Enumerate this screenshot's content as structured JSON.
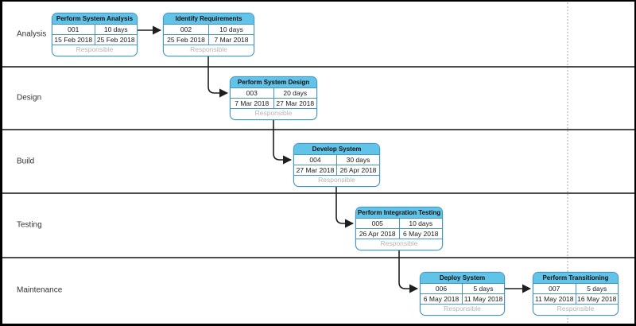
{
  "lanes": [
    {
      "label": "Analysis"
    },
    {
      "label": "Design"
    },
    {
      "label": "Build"
    },
    {
      "label": "Testing"
    },
    {
      "label": "Maintenance"
    }
  ],
  "tasks": [
    {
      "title": "Perform System Analysis",
      "id": "001",
      "duration": "10 days",
      "start": "15 Feb 2018",
      "end": "25 Feb 2018",
      "responsible": "Responsible"
    },
    {
      "title": "Identify Requirements",
      "id": "002",
      "duration": "10 days",
      "start": "25 Feb 2018",
      "end": "7 Mar 2018",
      "responsible": "Responsible"
    },
    {
      "title": "Perform System Design",
      "id": "003",
      "duration": "20 days",
      "start": "7 Mar 2018",
      "end": "27 Mar 2018",
      "responsible": "Responsible"
    },
    {
      "title": "Develop System",
      "id": "004",
      "duration": "30 days",
      "start": "27 Mar 2018",
      "end": "26 Apr 2018",
      "responsible": "Responsible"
    },
    {
      "title": "Perform Integration Testing",
      "id": "005",
      "duration": "10 days",
      "start": "26 Apr 2018",
      "end": "6 May 2018",
      "responsible": "Responsible"
    },
    {
      "title": "Deploy System",
      "id": "006",
      "duration": "5 days",
      "start": "6 May 2018",
      "end": "11 May 2018",
      "responsible": "Responsible"
    },
    {
      "title": "Perform Transitioning",
      "id": "007",
      "duration": "5 days",
      "start": "11 May 2018",
      "end": "16 May 2018",
      "responsible": "Responsible"
    }
  ],
  "colors": {
    "task_header": "#62c3e8",
    "task_border": "#4697be",
    "connector": "#1f1f1f",
    "lane_divider": "#4d4d4d",
    "frame": "#000000",
    "dashed_line": "#d4d4d4",
    "responsible_text": "#b5b5b5"
  }
}
